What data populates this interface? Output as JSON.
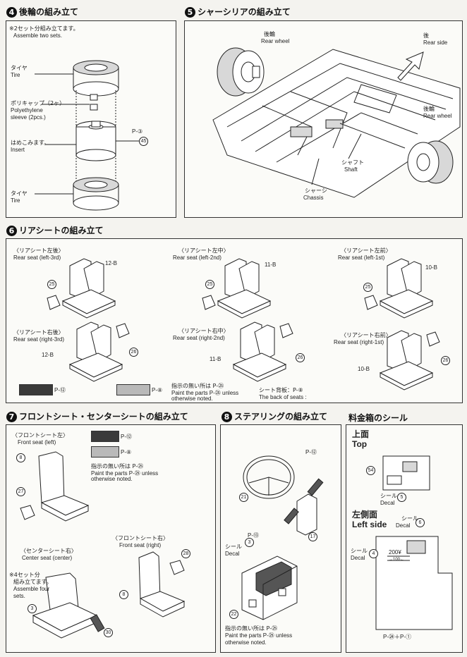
{
  "step4": {
    "num": "4",
    "title": "後輪の組み立て",
    "note_jp": "※2セット分組み立てます。",
    "note_en": "Assemble two sets.",
    "tire_jp": "タイヤ",
    "tire_en": "Tire",
    "cap_jp": "ポリキャップ（2ヶ）",
    "cap_en1": "Polyethylene",
    "cap_en2": "sleeve (2pcs.)",
    "insert_jp": "はめこみます。",
    "insert_en": "Insert",
    "part_p": "P-③",
    "part_45": "45",
    "tire2_jp": "タイヤ",
    "tire2_en": "Tire"
  },
  "step5": {
    "num": "5",
    "title": "シャーシリアの組み立て",
    "rear_wheel_jp": "後輪",
    "rear_wheel_en": "Rear wheel",
    "rear_side_jp": "後",
    "rear_side_en": "Rear side",
    "rear_wheel2_jp": "後輪",
    "rear_wheel2_en": "Rear wheel",
    "shaft_jp": "シャフト",
    "shaft_en": "Shaft",
    "chassis_jp": "シャーシ",
    "chassis_en": "Chassis"
  },
  "step6": {
    "num": "6",
    "title": "リアシートの組み立て",
    "s1_jp": "〈リアシート左後〉",
    "s1_en": "Rear seat (left-3rd)",
    "s1_part": "12-B",
    "s1_c": "25",
    "s2_jp": "〈リアシート左中〉",
    "s2_en": "Rear seat (left-2nd)",
    "s2_part": "11-B",
    "s2_c": "25",
    "s3_jp": "〈リアシート左前〉",
    "s3_en": "Rear seat (left-1st)",
    "s3_part": "10-B",
    "s3_c": "25",
    "s4_jp": "〈リアシート右後〉",
    "s4_en": "Rear seat (right-3rd)",
    "s4_part": "12-B",
    "s4_c": "26",
    "s5_jp": "〈リアシート右中〉",
    "s5_en": "Rear seat (right-2nd)",
    "s5_part": "11-B",
    "s5_c": "26",
    "s6_jp": "〈リアシート右前〉",
    "s6_en": "Rear seat (right-1st)",
    "s6_part": "10-B",
    "s6_c": "26",
    "sw1": "P-⑫",
    "sw2": "P-⑧",
    "paint_jp": "指示の無い所は P-㉕",
    "paint_en1": "Paint the parts P-㉕ unless",
    "paint_en2": "otherwise noted.",
    "back_jp": "シート背板：P-⑧",
    "back_en": "The back of seats :"
  },
  "step7": {
    "num": "7",
    "title": "フロントシート・センターシートの組み立て",
    "fl_jp": "〈フロントシート左〉",
    "fl_en": "Front seat (left)",
    "fl_part": "8",
    "fl_c": "27",
    "sw1": "P-⑫",
    "sw2": "P-⑧",
    "paint_jp": "指示の無い所は P-㉕",
    "paint_en1": "Paint the parts P-㉕ unless",
    "paint_en2": "otherwise noted.",
    "fr_jp": "〈フロントシート右〉",
    "fr_en": "Front seat (right)",
    "fr_part": "8",
    "fr_c": "28",
    "cs_jp": "〈センターシート右〉",
    "cs_en": "Center seat (center)",
    "note_jp1": "※4セット分",
    "note_jp2": "組み立てます。",
    "note_en1": "Assemble four",
    "note_en2": "sets.",
    "cs_part": "3",
    "cs_c": "30"
  },
  "step8": {
    "num": "8",
    "title": "ステアリングの組み立て",
    "p12": "P-⑫",
    "p13": "P-⑬",
    "c21": "21",
    "c17": "17",
    "c22": "22",
    "decal_jp": "シール",
    "decal_en": "Decal",
    "decal_num": "3",
    "paint_jp": "指示の無い所は P-㉕",
    "paint_en1": "Paint the parts P-㉕ unless",
    "paint_en2": "otherwise noted."
  },
  "fare": {
    "title": "料金箱のシール",
    "top_jp": "上面",
    "top_en": "Top",
    "c54": "54",
    "decal1_jp": "シール",
    "decal1_en": "Decal",
    "decal1_num": "5",
    "left_jp": "左側面",
    "left_en": "Left side",
    "decal2_jp": "シール",
    "decal2_en": "Decal",
    "decal2_num": "6",
    "decal3_jp": "シール",
    "decal3_en": "Decal",
    "decal3_num": "4",
    "price": "200¥",
    "price_sub": "→100←",
    "bottom": "P-㉔＋P-①"
  },
  "colors": {
    "dark": "#3a3a3a",
    "light": "#b9b9b9"
  }
}
